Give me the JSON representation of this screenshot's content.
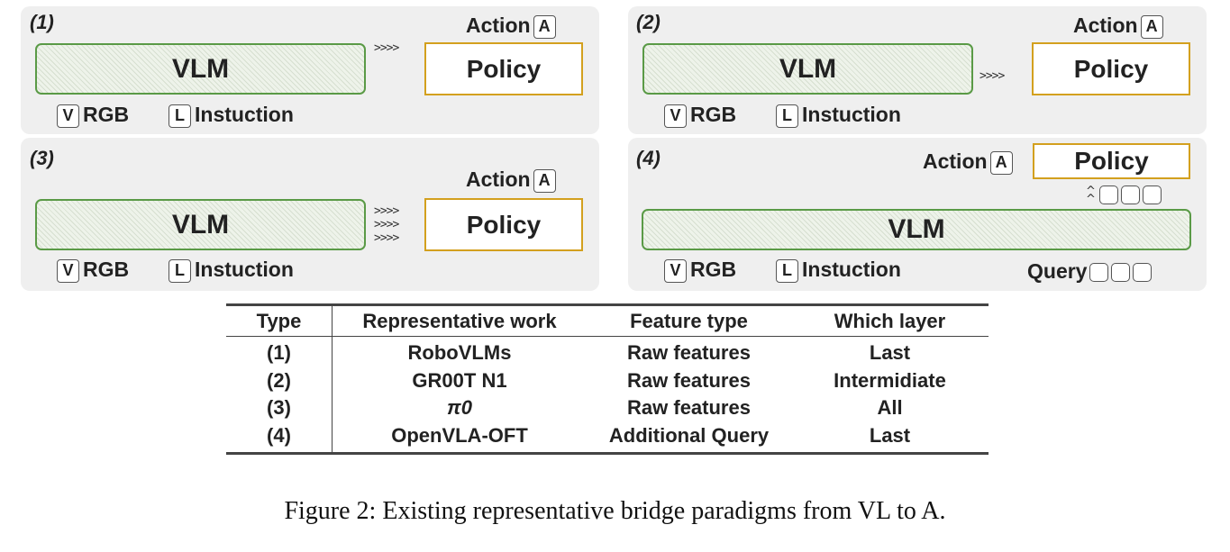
{
  "diagram": {
    "panels": [
      {
        "label": "(1)",
        "vlm": "VLM",
        "policy": "Policy",
        "action": "Action",
        "action_key": "A",
        "vision_key": "V",
        "vision": "RGB",
        "lang_key": "L",
        "lang": "Instuction",
        "arrows": ">>>>"
      },
      {
        "label": "(2)",
        "vlm": "VLM",
        "policy": "Policy",
        "action": "Action",
        "action_key": "A",
        "vision_key": "V",
        "vision": "RGB",
        "lang_key": "L",
        "lang": "Instuction",
        "arrows": ">>>>"
      },
      {
        "label": "(3)",
        "vlm": "VLM",
        "policy": "Policy",
        "action": "Action",
        "action_key": "A",
        "vision_key": "V",
        "vision": "RGB",
        "lang_key": "L",
        "lang": "Instuction",
        "arrows": ">>>>\n>>>>\n>>>>"
      },
      {
        "label": "(4)",
        "vlm": "VLM",
        "policy": "Policy",
        "action": "Action",
        "action_key": "A",
        "vision_key": "V",
        "vision": "RGB",
        "lang_key": "L",
        "lang": "Instuction",
        "query": "Query",
        "caret": "^\n^"
      }
    ]
  },
  "table": {
    "headers": [
      "Type",
      "Representative work",
      "Feature type",
      "Which layer"
    ],
    "rows": [
      [
        "(1)",
        "RoboVLMs",
        "Raw features",
        "Last"
      ],
      [
        "(2)",
        "GR00T N1",
        "Raw features",
        "Intermidiate"
      ],
      [
        "(3)",
        "π0",
        "Raw features",
        "All"
      ],
      [
        "(4)",
        "OpenVLA-OFT",
        "Additional Query",
        "Last"
      ]
    ]
  },
  "caption": "Figure 2: Existing representative bridge paradigms from VL to A.",
  "colors": {
    "vlm_border": "#5a9a46",
    "policy_border": "#d3a01e",
    "panel_bg": "#efefef"
  }
}
